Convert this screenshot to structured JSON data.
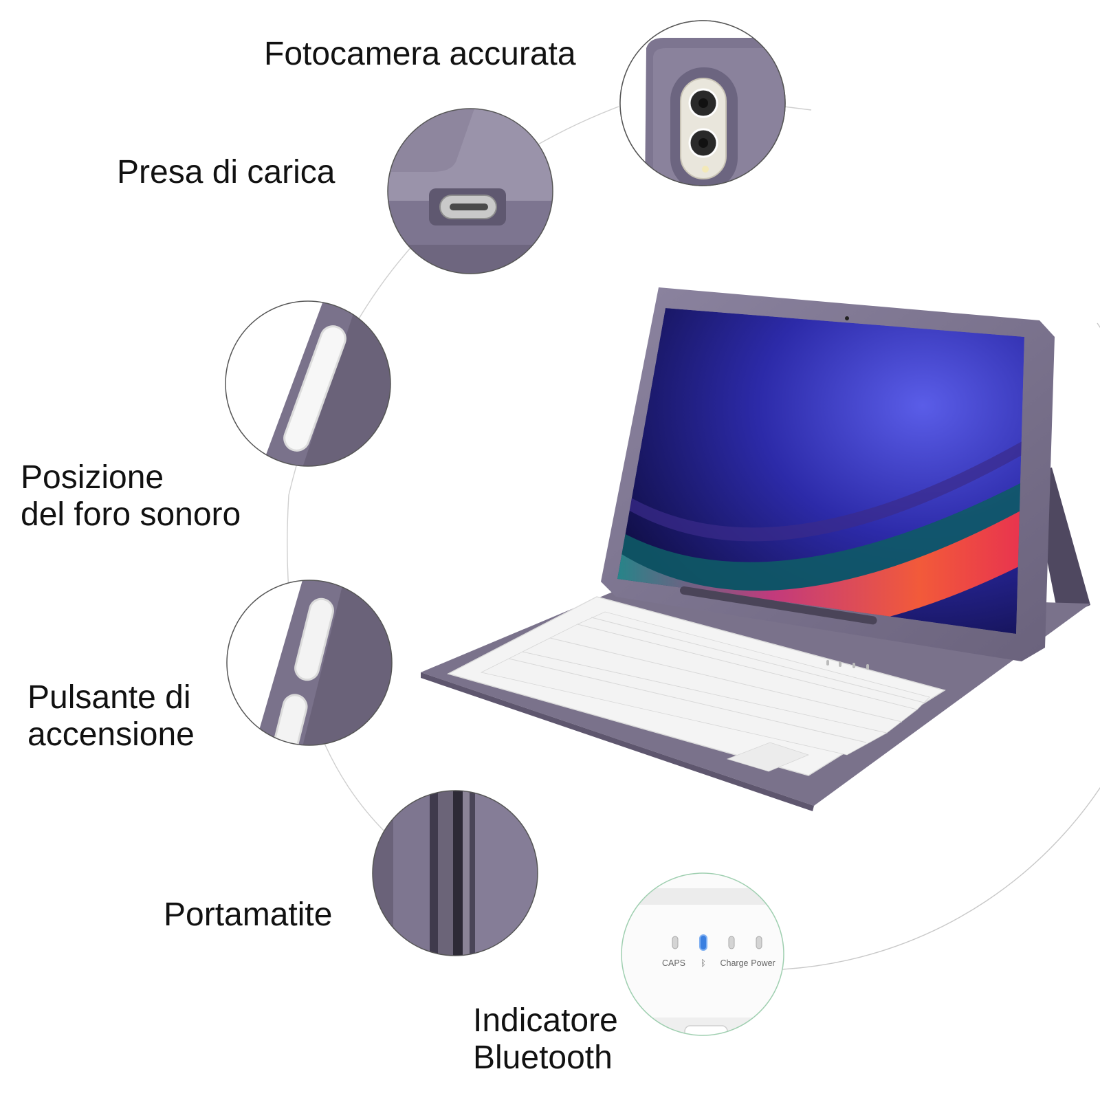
{
  "callouts": {
    "camera": "Fotocamera accurata",
    "charge_port": "Presa di carica",
    "sound_hole": {
      "line1": "Posizione",
      "line2": "del foro sonoro"
    },
    "power_button": {
      "line1": "Pulsante di",
      "line2": "accensione"
    },
    "pencil_holder": "Portamatite",
    "bluetooth_indicator": {
      "line1": "Indicatore",
      "line2": "Bluetooth"
    }
  },
  "indicator_panel": {
    "caps": "CAPS",
    "bluetooth_symbol": "ᛒ",
    "charge": "Charge",
    "power": "Power"
  },
  "colors": {
    "case_purple": "#7e7590",
    "case_dark": "#5e566e",
    "bluetooth_led": "#3a7fe0",
    "keyboard_white": "#f4f4f4"
  }
}
